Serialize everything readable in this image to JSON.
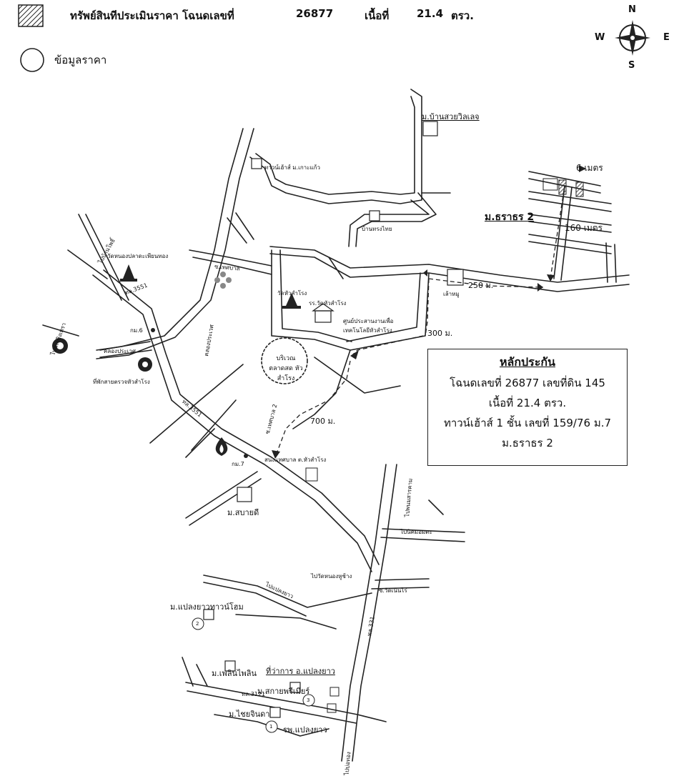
{
  "header": {
    "title_text": "ทรัพย์สินทีประเมินราคา โฉนดเลขที่",
    "deed_no": "26877",
    "area_label": "เนื้อที่",
    "area_value": "21.4",
    "area_unit": "ตรว."
  },
  "legend": {
    "price_data_label": "ข้อมูลราคา"
  },
  "compass": {
    "n": "N",
    "s": "S",
    "e": "E",
    "w": "W"
  },
  "info_box": {
    "title": "หลักประกัน",
    "line1": "โฉนดเลขที่ 26877  เลขที่ดิน 145",
    "line2": "เนื้อที่ 21.4  ตรว.",
    "line3": "ทาวน์เฮ้าส์ 1 ชั้น เลขที่ 159/76 ม.7",
    "line4": "ม.ธราธร 2"
  },
  "labels": {
    "ban_suay_villa": "ม.บ้านสวยวิลเลจ",
    "six_m": "6 เมตร",
    "tharathorn2": "ม.ธราธร 2",
    "m160": "160 เมตร",
    "m250": "250 ม.",
    "lao_mu": "เล้าหมู",
    "m300": "300 ม.",
    "m700": "700 ม.",
    "townhouse_kokaew": "ทาวน์เฮ้าส์ ม.เกาะแก้ว",
    "ban_songthai": "บ้านทรงไทย",
    "khlong_prawet": "คลองประเวศ",
    "wat_nong_pla": "วัดหนองปลาดะเพียนทอง",
    "wat_hua_samrong": "วัดหัวสำโรง",
    "school": "รร.วัดหัวสำโรง",
    "center": "ศูนย์ประสานงานเพื่อ เทคโนโลยีหัวสำโรง",
    "market": "บริเวณตลาดสด หัวสำโรง",
    "km6": "กม.6",
    "khlong_prawet2": "คลองประเวศ",
    "police": "ที่พักสายตรวจหัวสำโรง",
    "km7": "กม.7",
    "sanong": "สนง.เทศบาล ต.หัวสำโรง",
    "sabaidee": "ม.สบายดี",
    "route3551": "ทล.3551",
    "route3551b": "ทล.3551",
    "route331": "ทล.331",
    "to_phanom": "ไปพนมสารคาม",
    "to_ban_pho": "ไปบ้านโพธิ์",
    "to_nikhom": "ไปนิคมอมตะ",
    "to_phanom2": "ไปพนมสารคาม",
    "to_chachoeng": "ไปฉะเชิงเทรา",
    "to_plaeng": "ไปแปลงยาว",
    "to_watkhun": "ไปวัดหนองหูช้าง",
    "to_331": "ไปนิคมอมตะ",
    "to_bo": "ไปบ่อทอง",
    "plaeng_townhome": "ม.แปลงยาวทาวน์โฮม",
    "phloen": "ม.เพลินไพลิน",
    "amphoe": "ที่ว่าการ อ.แปลงยาว",
    "sakai": "ม.สกายพรีเมียร์",
    "chaichinda": "ม.ไชยจินดา",
    "hospital": "รพ.แปลงยาว",
    "soi_tessaban": "ซ.เทศบาล",
    "soi_tessaban2": "ซ.เทศบาล 2",
    "soi_wat": "ซ.วัดเนินไร่",
    "route3121": "ทล.3121",
    "circ1": "1",
    "circ2": "2",
    "circ3": "3"
  }
}
